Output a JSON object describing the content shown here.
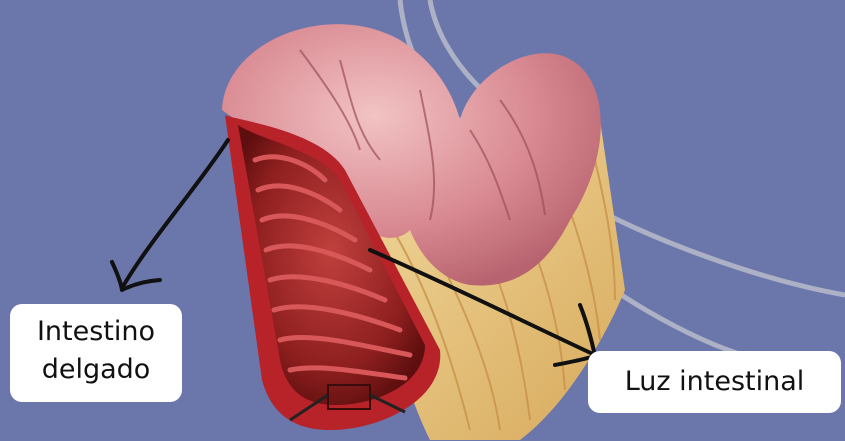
{
  "labels": {
    "small_intestine": [
      "Intestino",
      "delgado"
    ],
    "lumen": "Luz intestinal"
  },
  "colors": {
    "background": "#6b76ab",
    "label_background": "#ffffff",
    "arrow": "#111111",
    "intestine_outer": "#dc8b91",
    "intestine_wall": "#b8232a",
    "lumen_inner": "#7a1414",
    "mesentery": "#e8c77c",
    "guide_lines": "#b9bccb"
  }
}
